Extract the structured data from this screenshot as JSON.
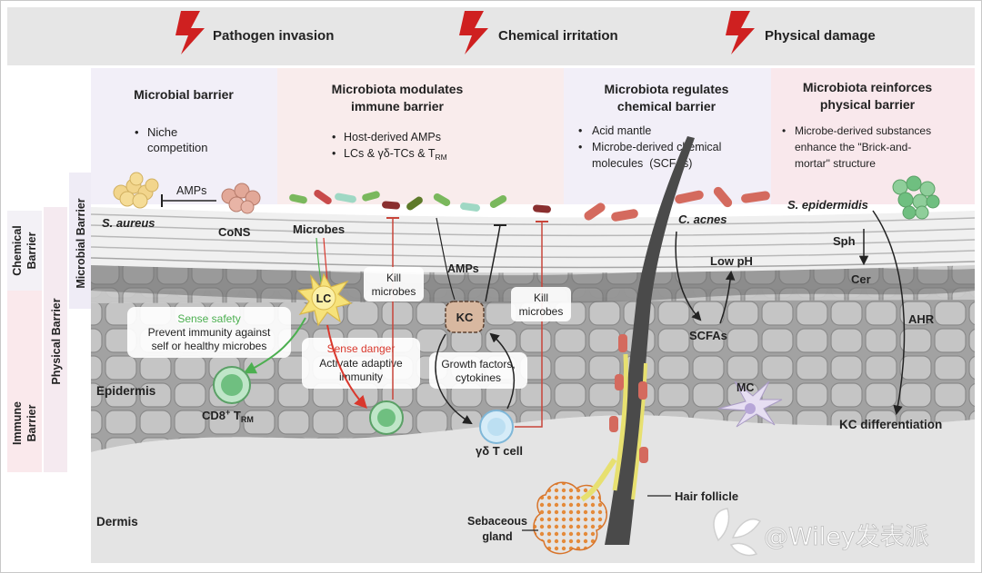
{
  "threats": [
    {
      "label": "Pathogen invasion",
      "icon": "lightning-icon"
    },
    {
      "label": "Chemical irritation",
      "icon": "lightning-icon"
    },
    {
      "label": "Physical damage",
      "icon": "lightning-icon"
    }
  ],
  "panels": {
    "microbial": {
      "title": "Microbial barrier",
      "bullets": [
        "Niche",
        "competition"
      ]
    },
    "immune": {
      "title_1": "Microbiota modulates",
      "title_2": "immune barrier",
      "bullet_1": "Host-derived AMPs",
      "bullet_2_main": "LCs & γδ-TCs & T",
      "bullet_2_sub": "RM"
    },
    "chemical": {
      "title_1": "Microbiota regulates",
      "title_2": "chemical barrier",
      "bullet_1": "Acid mantle",
      "bullet_2_1": "Microbe-derived chemical",
      "bullet_2_2": "molecules  (SCFAs)"
    },
    "physical": {
      "title_1": "Microbiota reinforces",
      "title_2": "physical barrier",
      "bullet_1": "Microbe-derived substances",
      "bullet_2": "enhance the \"Brick-and-",
      "bullet_3": "mortar\" structure"
    }
  },
  "side_labels": {
    "chemical_barrier": [
      "Chemical",
      "Barrier"
    ],
    "immune_barrier": [
      "Immune",
      "Barrier"
    ],
    "physical_barrier": "Physical Barrier",
    "microbial_barrier": "Microbial Barrier"
  },
  "labels": {
    "amps_top": "AMPs",
    "s_aureus": "S. aureus",
    "cons": "CoNS",
    "microbes": "Microbes",
    "lc": "LC",
    "kill_microbes_1": [
      "Kill",
      "microbes"
    ],
    "kill_microbes_2": [
      "Kill",
      "microbes"
    ],
    "amps_kc": "AMPs",
    "kc": "KC",
    "sense_safety_title": "Sense safety",
    "sense_safety_body": [
      "Prevent immunity against",
      "self or healthy microbes"
    ],
    "sense_danger_title": "Sense danger",
    "sense_danger_body": [
      "Activate adaptive",
      "immunity"
    ],
    "growth_factors": [
      "Growth factors,",
      "cytokines"
    ],
    "cd8_main": "CD8",
    "cd8_sup": "+",
    "cd8_t": " T",
    "cd8_sub": "RM",
    "gd_t_cell": "γδ T cell",
    "epidermis": "Epidermis",
    "dermis": "Dermis",
    "c_acnes": "C. acnes",
    "low_ph": "Low pH",
    "scfas": "SCFAs",
    "mc": "MC",
    "s_epidermidis": "S. epidermidis",
    "sph": "Sph",
    "cer": "Cer",
    "ahr": "AHR",
    "kc_differentiation": "KC differentiation",
    "hair_follicle": "Hair follicle",
    "sebaceous_gland": [
      "Sebaceous",
      "gland"
    ]
  },
  "watermark": {
    "text": "@Wiley发表派"
  },
  "colors": {
    "threat_red": "#cf2020",
    "header_bg": "#e6e6e6",
    "pink_panel": "#f8e9ec",
    "lavender_panel": "#f1eef8",
    "sense_safety": "#4caf50",
    "sense_danger": "#d9382d",
    "kill_line": "#c8453a",
    "epidermis_gray": "#9b9b9b"
  }
}
